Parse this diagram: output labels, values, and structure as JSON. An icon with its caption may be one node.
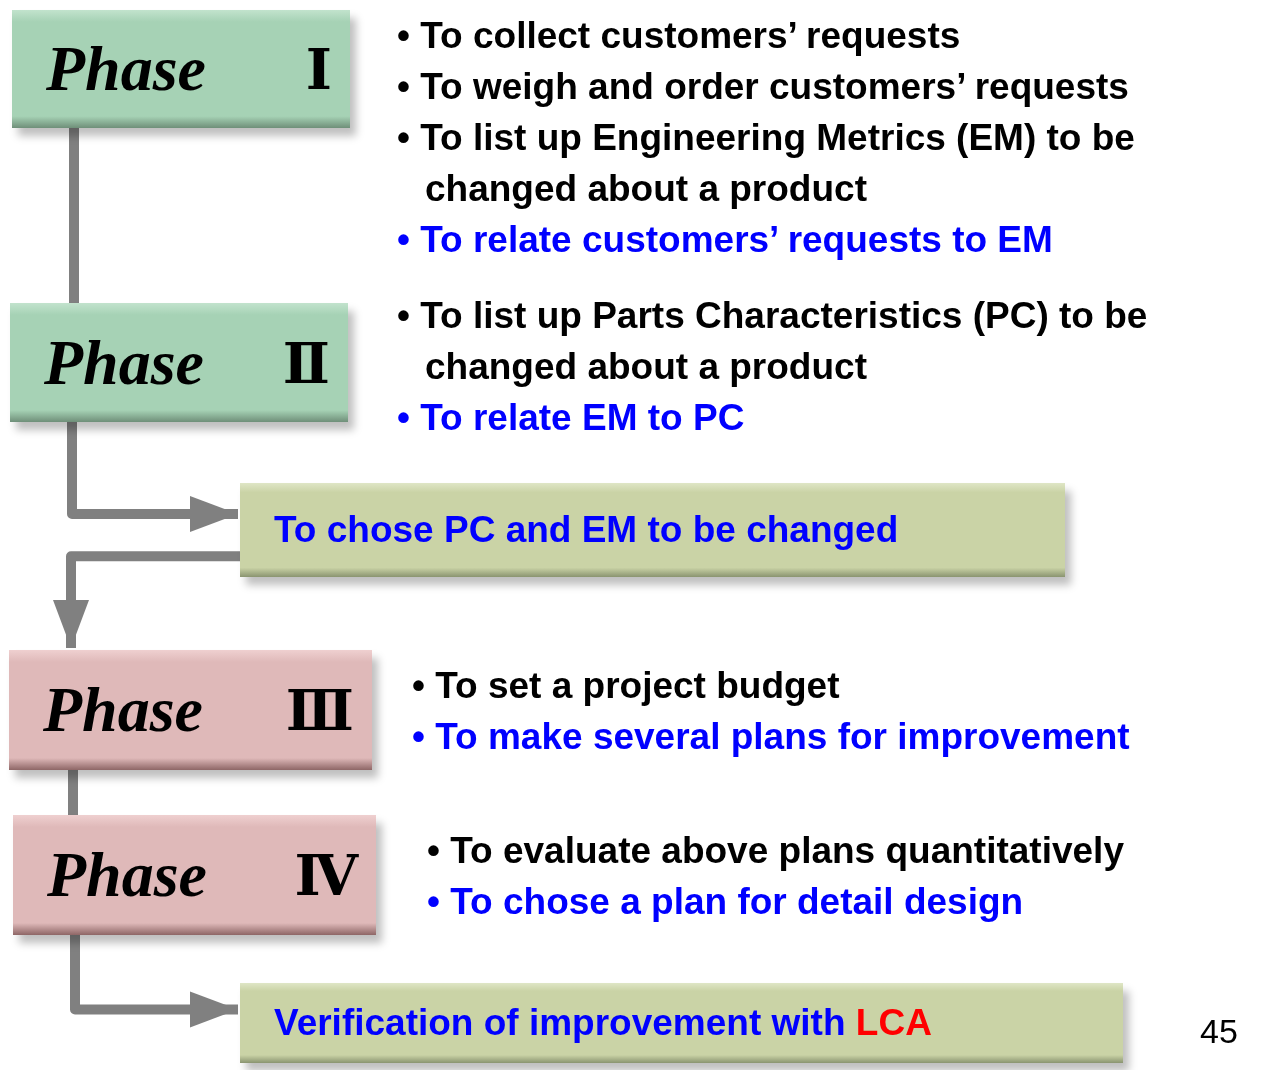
{
  "diagram": {
    "nodes": [
      {
        "text": [
          "Phase",
          "Ⅰ"
        ],
        "beside": [
          "• To collect customers’ requests",
          "• To weigh and order customers’ requests",
          "• To list up Engineering Metrics (EM) to be changed about a product",
          "• To relate customers’ requests to EM"
        ]
      },
      {
        "text": [
          "Phase",
          "Ⅱ"
        ],
        "beside": [
          "• To list up Parts Characteristics (PC) to be changed about a product",
          "• To relate EM to PC"
        ]
      },
      {
        "text": [
          "To chose PC and EM to be changed"
        ]
      },
      {
        "text": [
          "Phase",
          "Ⅲ"
        ],
        "beside": [
          "• To set a project budget",
          "• To make several plans for improvement"
        ]
      },
      {
        "text": [
          "Phase",
          "Ⅳ"
        ],
        "beside": [
          "• To evaluate above plans quantitatively",
          "• To chose a plan for detail design"
        ]
      },
      {
        "text": [
          "Verification of improvement with",
          "LCA"
        ]
      }
    ],
    "edges": [
      {
        "from": 0,
        "to": 1,
        "arrow": "none"
      },
      {
        "from": 1,
        "to": 2,
        "arrow": "to"
      },
      {
        "from": 2,
        "to": 3,
        "arrow": "to"
      },
      {
        "from": 3,
        "to": 4,
        "arrow": "none"
      },
      {
        "from": 4,
        "to": 5,
        "arrow": "to"
      }
    ],
    "labels": [
      "45"
    ]
  }
}
